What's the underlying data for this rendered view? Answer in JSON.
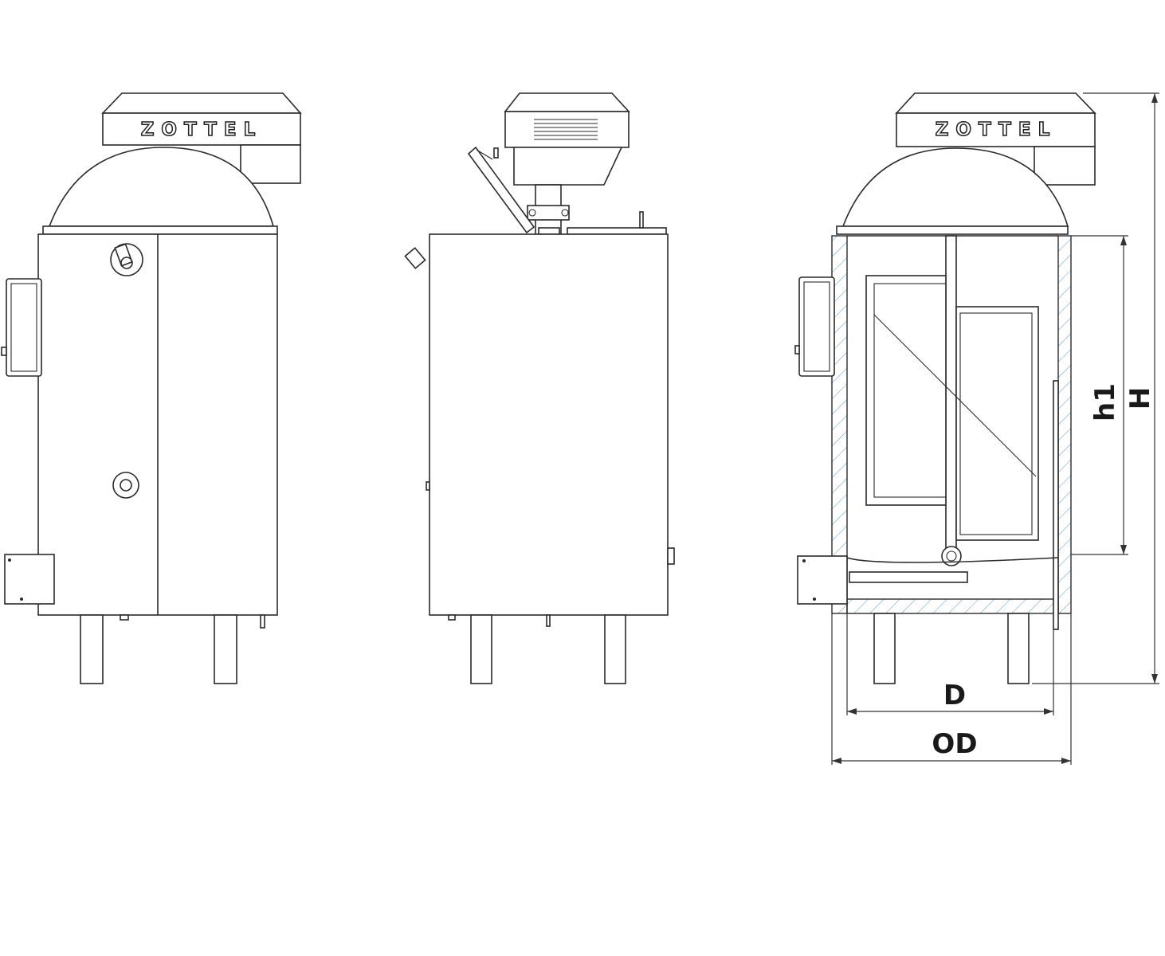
{
  "brand": "ZOTTEL",
  "dimensions": {
    "D": "D",
    "OD": "OD",
    "h1": "h1",
    "H": "H"
  },
  "colors": {
    "line": "#2a2a2a",
    "hatch": "#4d9fd8",
    "background": "#ffffff"
  }
}
